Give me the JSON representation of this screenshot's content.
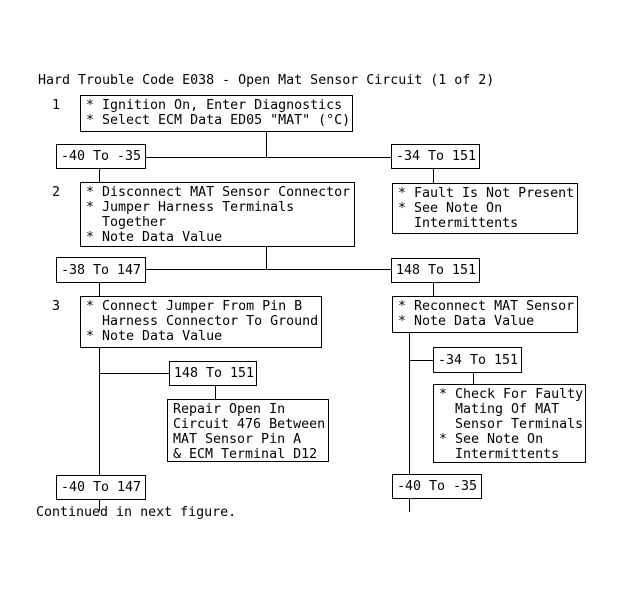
{
  "title": "Hard Trouble Code E038 - Open Mat Sensor Circuit (1 of 2)",
  "footer": "Continued in next figure.",
  "steps": {
    "s1": "1",
    "s2": "2",
    "s3": "3"
  },
  "boxes": {
    "box1": {
      "lines": [
        "* Ignition On, Enter Diagnostics",
        "* Select ECM Data ED05 \"MAT\" (°C)"
      ]
    },
    "box2": {
      "lines": [
        "* Disconnect MAT Sensor Connector",
        "* Jumper Harness Terminals",
        "  Together",
        "* Note Data Value"
      ]
    },
    "fault": {
      "lines": [
        "* Fault Is Not Present",
        "* See Note On",
        "  Intermittents"
      ]
    },
    "box3": {
      "lines": [
        "* Connect Jumper From Pin B",
        "  Harness Connector To Ground",
        "* Note Data Value"
      ]
    },
    "reconnect": {
      "lines": [
        "* Reconnect MAT Sensor",
        "* Note Data Value"
      ]
    },
    "repair": {
      "lines": [
        "Repair Open In",
        "Circuit 476 Between",
        "MAT Sensor Pin A",
        "& ECM Terminal D12"
      ]
    },
    "check": {
      "lines": [
        "* Check For Faulty",
        "  Mating Of MAT",
        "  Sensor Terminals",
        "* See Note On",
        "  Intermittents"
      ]
    }
  },
  "range_labels": {
    "r1_left": "-40 To -35",
    "r1_right": "-34 To 151",
    "r2_left": "-38 To 147",
    "r2_right": "148 To 151",
    "r3_mid": "148 To 151",
    "r3_right": "-34 To 151",
    "r4_left": "-40 To 147",
    "r4_right": "-40 To -35"
  },
  "colors": {
    "line": "#000000",
    "background": "#ffffff",
    "text": "#000000"
  }
}
